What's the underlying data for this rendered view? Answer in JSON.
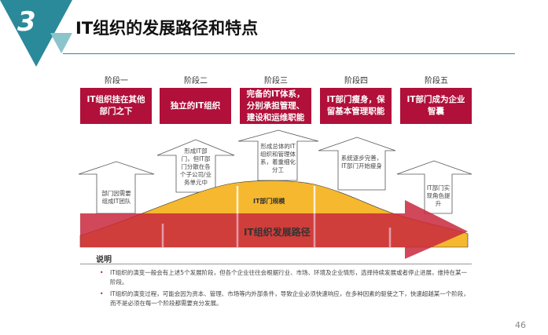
{
  "header": {
    "section_number": "3",
    "title": "IT组织的发展路径和特点",
    "accent": "#2a8a99"
  },
  "stages": [
    {
      "label": "阶段一",
      "box": "IT组织挂在其他部门之下",
      "note": "部门因需要组成IT团队"
    },
    {
      "label": "阶段二",
      "box": "独立的IT组织",
      "note": "形成IT部门，但IT部门分散在各个子公司/业务单元中"
    },
    {
      "label": "阶段三",
      "box": "完备的IT体系，分别承担管理、建设和运维职能",
      "note": "形成总体的IT组织和管理体系，着重细化分工"
    },
    {
      "label": "阶段四",
      "box": "IT部门瘦身，保留基本管理职能",
      "note": "系统逐步完善，IT部门开始瘦身"
    },
    {
      "label": "阶段五",
      "box": "IT部门成为企业智囊",
      "note": "IT部门实现角色提升"
    }
  ],
  "diagram": {
    "scale_label": "IT部门规模",
    "path_label": "IT组织发展路径",
    "colors": {
      "box": "#b0103a",
      "bell": "#f5b82e",
      "arrow": "#c8283c"
    }
  },
  "notes": {
    "title": "说明",
    "items": [
      "IT组织的演变一般会有上述5个发展阶段，但各个企业往往会根据行业、市场、环境及企业情形，选择持续发展或者停止进展，维持在某一阶段。",
      "IT组织的演变过程，可能会因为资本、管理、市场等内外部条件，导致企业必须快速响应，在多种因素的驱使之下，快速超越某一个阶段，而不是必须在每一个阶段都需要充分发展。"
    ]
  },
  "page_number": "46"
}
